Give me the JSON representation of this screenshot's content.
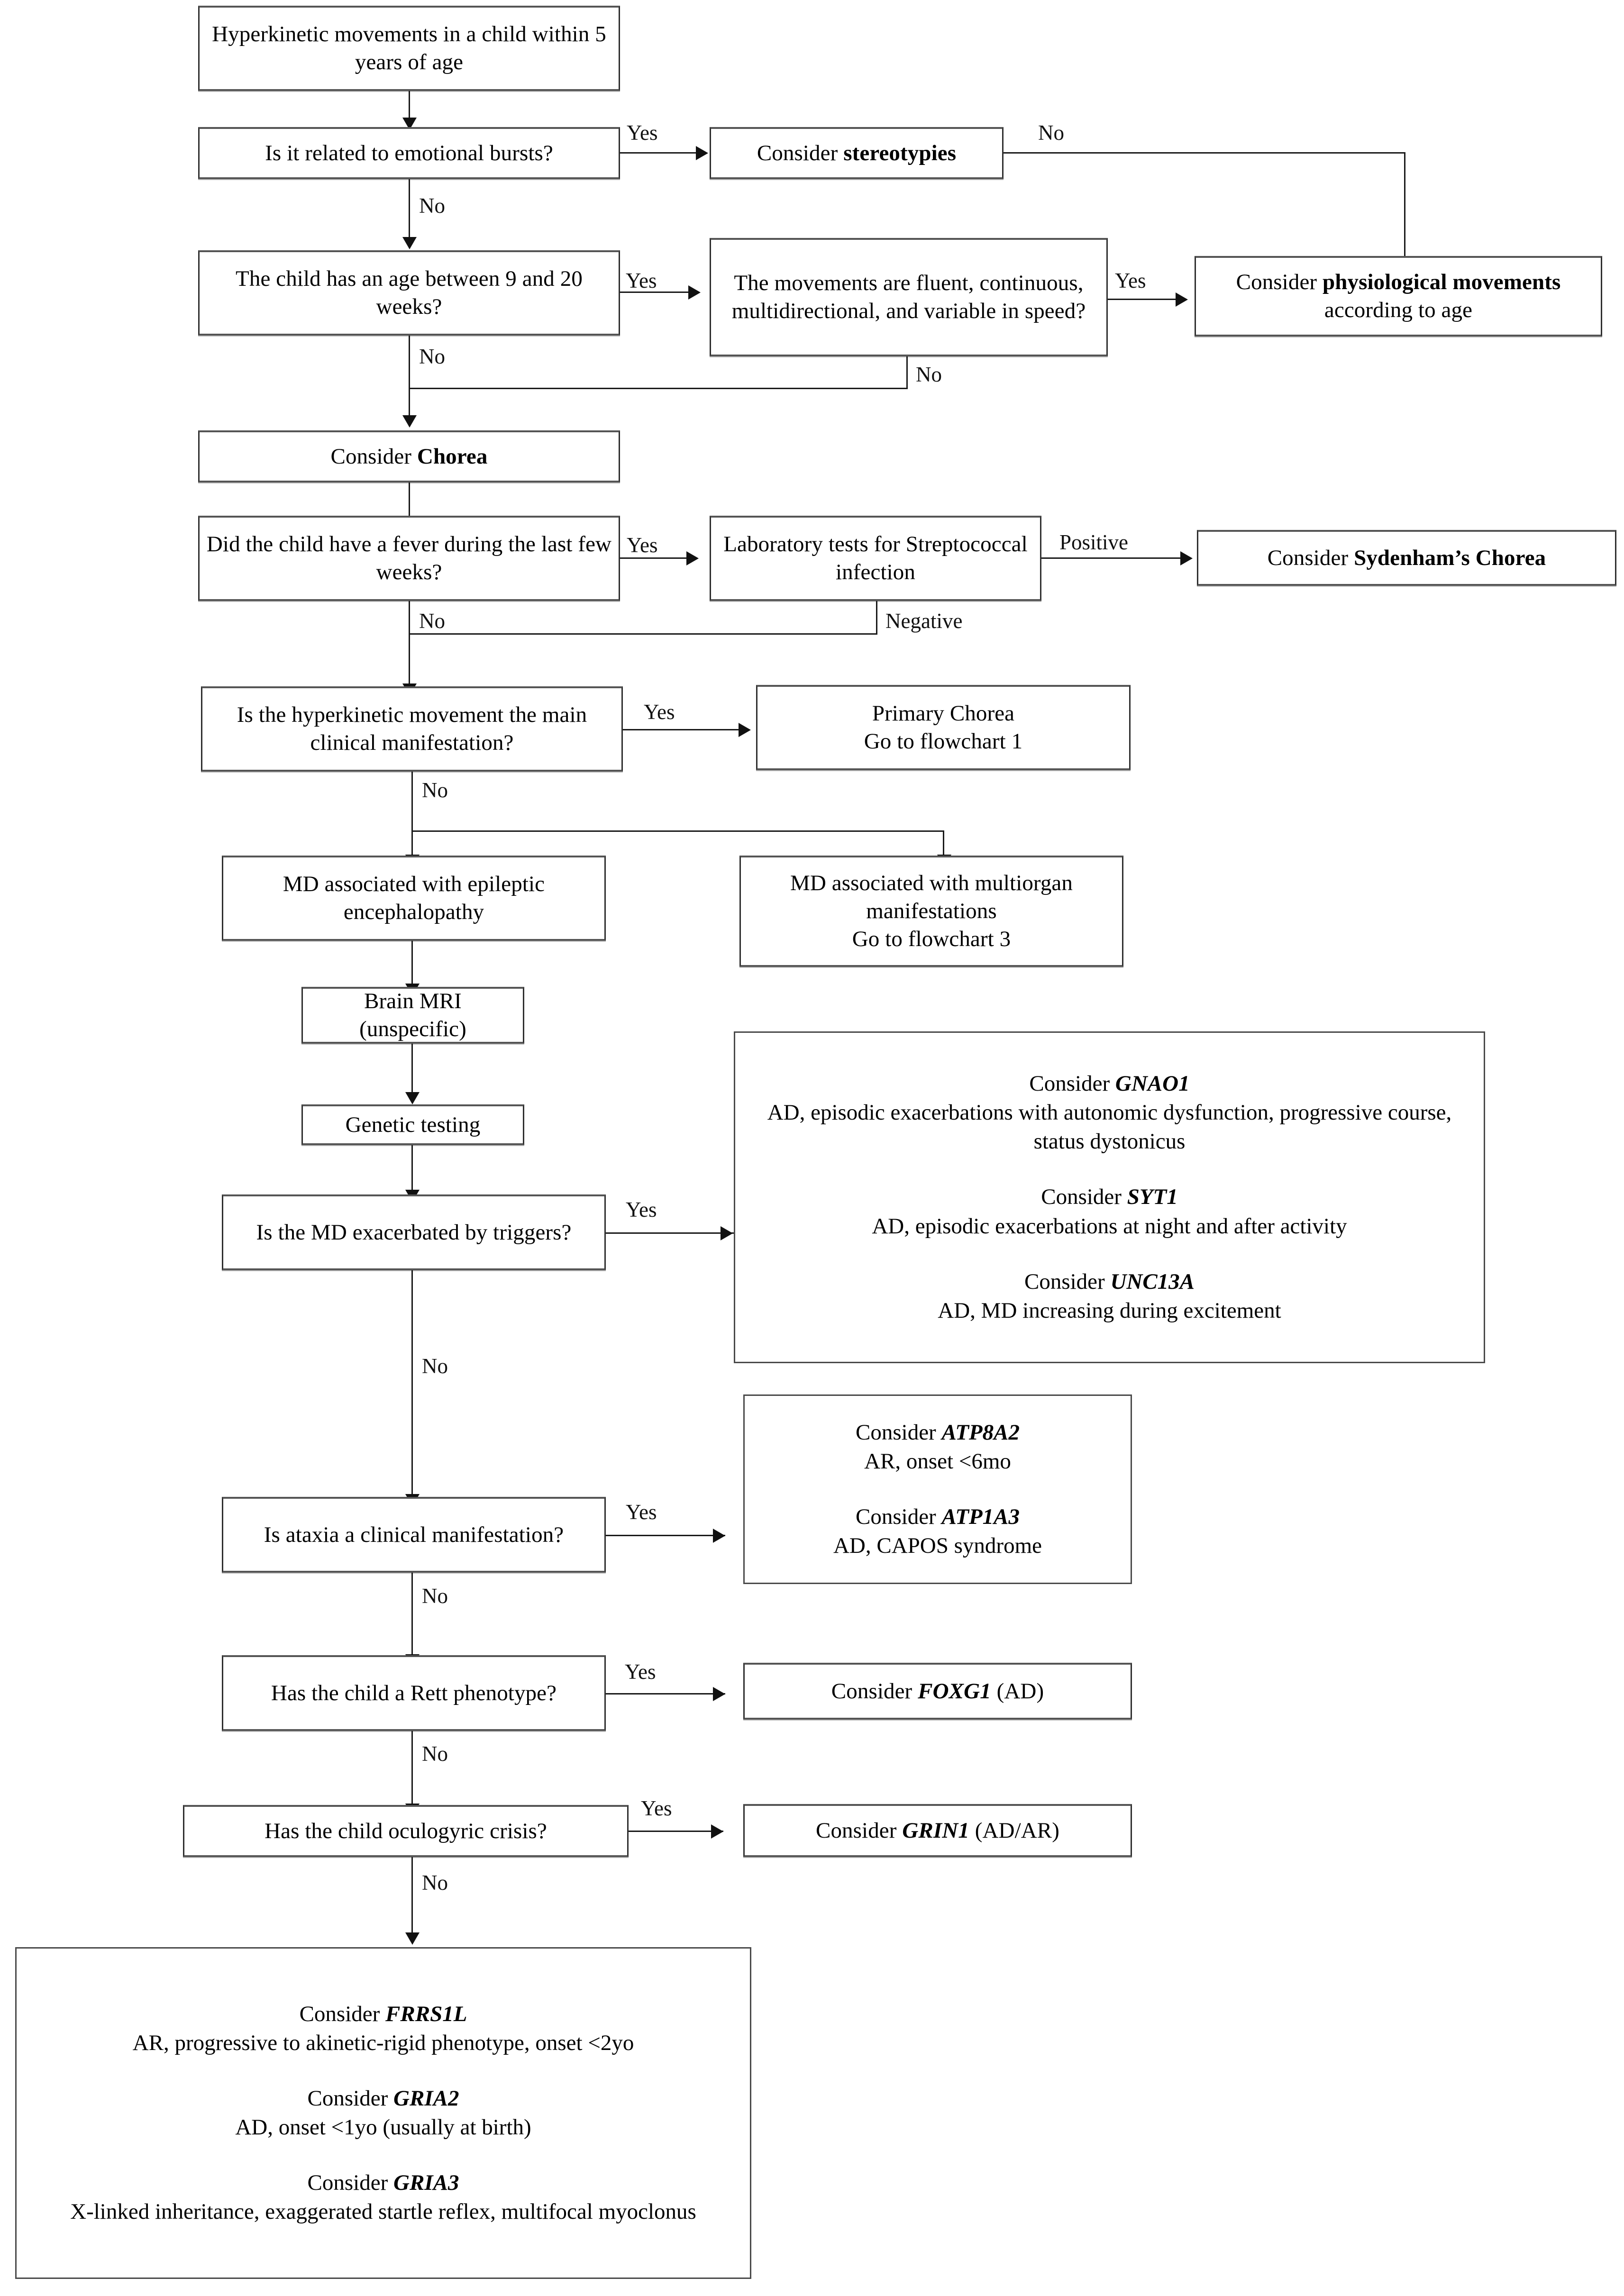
{
  "diagram": {
    "title": "Hyperkinetic movements in a child within 5 years of age — diagnostic flowchart",
    "nodes": {
      "start": "Hyperkinetic movements in a child within 5 years of age",
      "q_emotional": "Is it related to emotional bursts?",
      "stereotypies_pre": "Consider ",
      "stereotypies_bold": "stereotypies",
      "q_age_weeks": "The child has an age between 9 and 20 weeks?",
      "q_fluent": "The movements are fluent, continuous, multidirectional, and variable in speed?",
      "physiological_pre": "Consider ",
      "physiological_bold": "physiological movements",
      "physiological_post": " according to age",
      "chorea_pre": "Consider ",
      "chorea_bold": "Chorea",
      "q_fever": "Did the child have a fever during the last few weeks?",
      "lab_tests": "Laboratory tests for Streptococcal infection",
      "sydenham_pre": "Consider  ",
      "sydenham_bold": "Sydenham’s Chorea",
      "q_main_manifestation": "Is the hyperkinetic movement the main clinical manifestation?",
      "primary_chorea": "Primary Chorea\nGo to flowchart 1",
      "md_epileptic": "MD associated with epileptic encephalopathy",
      "md_multiorgan": "MD associated with multiorgan manifestations\nGo to flowchart 3",
      "brain_mri": "Brain MRI\n(unspecific)",
      "genetic_testing": "Genetic testing",
      "q_triggers": "Is the MD exacerbated by triggers?",
      "q_ataxia": "Is ataxia a clinical manifestation?",
      "q_rett": "Has the child a Rett phenotype?",
      "foxg1_pre": "Consider ",
      "foxg1_gene": "FOXG1",
      "foxg1_post": " (AD)",
      "q_oculogyric": "Has the child oculogyric crisis?",
      "grin1_pre": "Consider ",
      "grin1_gene": "GRIN1",
      "grin1_post": " (AD/AR)"
    },
    "panels": {
      "triggers_panel": [
        {
          "consider": "Consider ",
          "gene": "GNAO1",
          "desc": "AD, episodic exacerbations with autonomic dysfunction, progressive course, status dystonicus"
        },
        {
          "consider": "Consider ",
          "gene": "SYT1",
          "desc": "AD, episodic exacerbations at night and after activity"
        },
        {
          "consider": "Consider ",
          "gene": "UNC13A",
          "desc": "AD, MD increasing during excitement"
        }
      ],
      "ataxia_panel": [
        {
          "consider": "Consider ",
          "gene": "ATP8A2",
          "desc": "AR, onset <6mo"
        },
        {
          "consider": "Consider ",
          "gene": "ATP1A3",
          "desc": "AD, CAPOS syndrome"
        }
      ],
      "final_panel": [
        {
          "consider": "Consider ",
          "gene": "FRRS1L",
          "desc": "AR, progressive to akinetic-rigid phenotype, onset <2yo"
        },
        {
          "consider": "Consider ",
          "gene": "GRIA2",
          "desc": "AD, onset <1yo (usually at birth)"
        },
        {
          "consider": "Consider ",
          "gene": "GRIA3",
          "desc": "X-linked inheritance, exaggerated startle reflex, multifocal myoclonus"
        }
      ]
    },
    "edge_labels": {
      "yes_emotional": "Yes",
      "no_stereotypies": "No",
      "no_emotional": "No",
      "yes_age_weeks": "Yes",
      "no_age_weeks": "No",
      "yes_fluent": "Yes",
      "no_fluent": "No",
      "yes_fever": "Yes",
      "no_fever": "No",
      "positive_lab": "Positive",
      "negative_lab": "Negative",
      "yes_main": "Yes",
      "no_main": "No",
      "yes_triggers": "Yes",
      "no_triggers": "No",
      "yes_ataxia": "Yes",
      "no_ataxia": "No",
      "yes_rett": "Yes",
      "no_rett": "No",
      "yes_oculogyric": "Yes",
      "no_oculogyric": "No"
    },
    "colors": {
      "background": "#ffffff",
      "box_border": "#2f2f2f",
      "panel_border": "#4a4a4a",
      "line": "#1a1a1a",
      "text": "#000000"
    }
  }
}
